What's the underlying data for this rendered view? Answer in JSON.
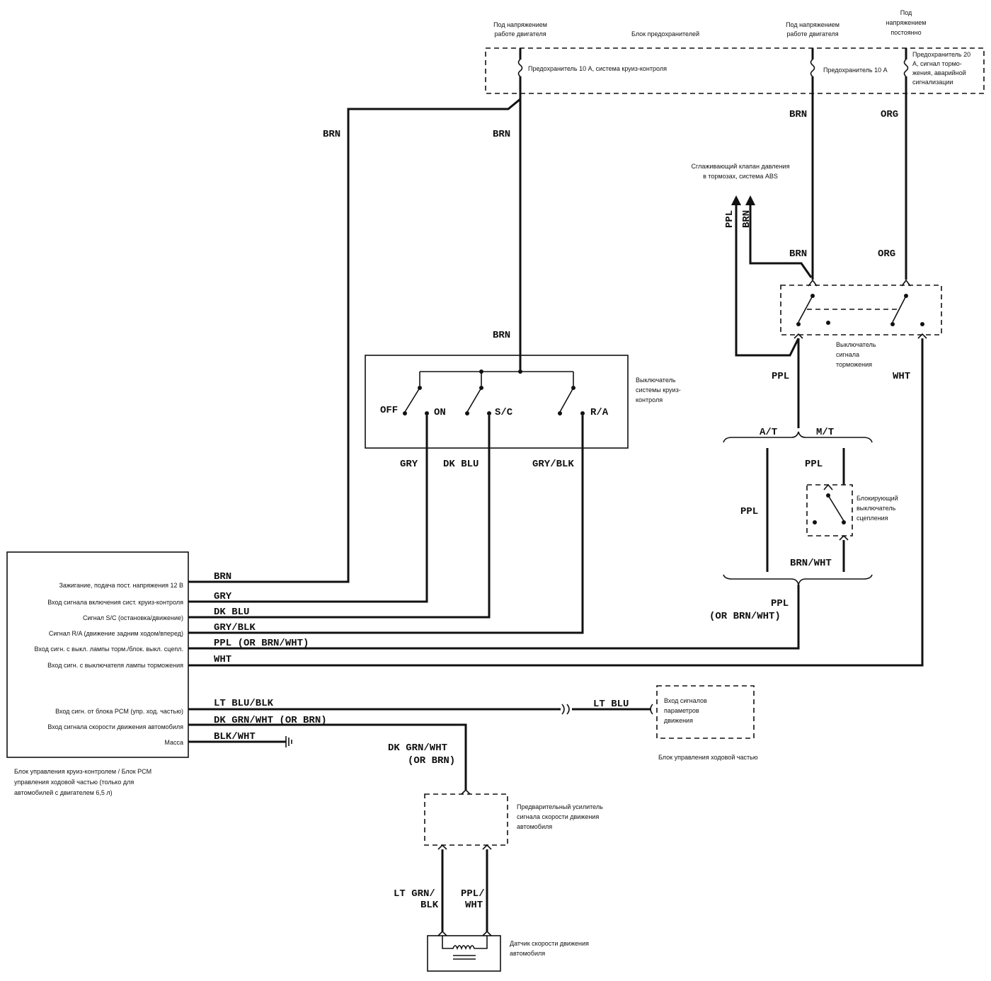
{
  "header": {
    "hot_run_left": [
      "Под напряжением",
      "работе двигателя"
    ],
    "fuse_block_title": "Блок предохранителей",
    "hot_run_right": [
      "Под напряжением",
      "работе двигателя"
    ],
    "hot_always": [
      "Под",
      "напряжением",
      "постоянно"
    ],
    "fuse_cruise": "Предохранитель 10 А, система круиз-контроля",
    "fuse_10a": "Предохранитель 10 А",
    "fuse_20a": [
      "Предохранитель 20",
      "А, сигнал тормо-",
      "жения, аварийной",
      "сигнализации"
    ]
  },
  "wires": {
    "brn": "BRN",
    "org": "ORG",
    "ppl": "PPL",
    "wht": "WHT",
    "gry": "GRY",
    "dk_blu": "DK BLU",
    "gry_blk": "GRY/BLK",
    "brn_wht": "BRN/WHT",
    "ppl_or": [
      "PPL",
      "(OR BRN/WHT)"
    ],
    "ppl_or_inline": "PPL (OR BRN/WHT)",
    "lt_blu_blk": "LT BLU/BLK",
    "lt_blu": "LT BLU",
    "dk_grn_wht_or": "DK GRN/WHT (OR BRN)",
    "dk_grn_wht_2": [
      "DK GRN/WHT",
      "(OR BRN)"
    ],
    "blk_wht": "BLK/WHT",
    "lt_grn_blk": [
      "LT GRN/",
      "BLK"
    ],
    "ppl_wht": [
      "PPL/",
      "WHT"
    ]
  },
  "abs_valve": [
    "Сглаживающий клапан давления",
    "в тормозах, система ABS"
  ],
  "brake_switch_label": [
    "Выключатель",
    "сигнала",
    "торможения"
  ],
  "transmission": {
    "at": "A/T",
    "mt": "M/T"
  },
  "clutch_switch_label": [
    "Блокирующий",
    "выключатель",
    "сцепления"
  ],
  "cruise_switch": {
    "label": [
      "Выключатель",
      "системы круиз-",
      "контроля"
    ],
    "positions": [
      "OFF",
      "ON",
      "S/C",
      "R/A"
    ]
  },
  "module": {
    "pins": [
      "Зажигание, подача пост. напряжения 12 В",
      "Вход сигнала включения сист. круиз-контроля",
      "Сигнал S/C (остановка/движение)",
      "Сигнал R/A (движение задним ходом/вперед)",
      "Вход сигн. с выкл. лампы торм./блок. выкл. сцепл.",
      "Вход сигн. с выключателя лампы торможения",
      "Вход сигн. от блока PCM (упр. ход. частью)",
      "Вход сигнала скорости движения автомобиля",
      "Масса"
    ],
    "caption": [
      "Блок управления круиз-контролем / Блок PCM",
      "управления ходовой частью (только для",
      "автомобилей с двигателем 6,5 л)"
    ]
  },
  "chassis": {
    "box_label": [
      "Вход сигналов",
      "параметров",
      "движения"
    ],
    "caption": "Блок управления ходовой частью"
  },
  "buffer_label": [
    "Предварительный усилитель",
    "сигнала скорости движения",
    "автомобиля"
  ],
  "vss_label": [
    "Датчик скорости движения",
    "автомобиля"
  ]
}
